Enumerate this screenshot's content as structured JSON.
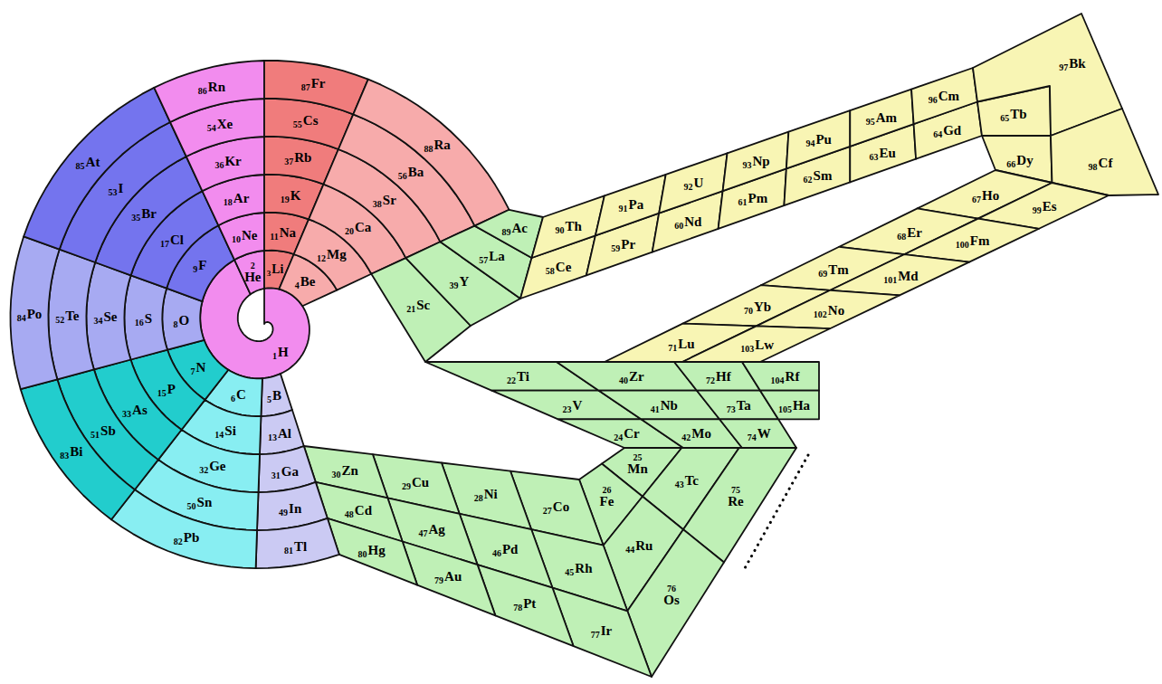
{
  "diagram": {
    "nodes": [
      {
        "text": [
          "1",
          "H"
        ]
      },
      {
        "text": [
          "2",
          "He"
        ]
      },
      {
        "text": [
          "3",
          "Li"
        ]
      },
      {
        "text": [
          "4",
          "Be"
        ]
      },
      {
        "text": [
          "5",
          "B"
        ]
      },
      {
        "text": [
          "6",
          "C"
        ]
      },
      {
        "text": [
          "7",
          "N"
        ]
      },
      {
        "text": [
          "8",
          "O"
        ]
      },
      {
        "text": [
          "9",
          "F"
        ]
      },
      {
        "text": [
          "10",
          "Ne"
        ]
      },
      {
        "text": [
          "11",
          "Na"
        ]
      },
      {
        "text": [
          "12",
          "Mg"
        ]
      },
      {
        "text": [
          "13",
          "Al"
        ]
      },
      {
        "text": [
          "14",
          "Si"
        ]
      },
      {
        "text": [
          "15",
          "P"
        ]
      },
      {
        "text": [
          "16",
          "S"
        ]
      },
      {
        "text": [
          "17",
          "Cl"
        ]
      },
      {
        "text": [
          "18",
          "Ar"
        ]
      },
      {
        "text": [
          "19",
          "K"
        ]
      },
      {
        "text": [
          "20",
          "Ca"
        ]
      },
      {
        "text": [
          "21",
          "Sc"
        ]
      },
      {
        "text": [
          "22",
          "Ti"
        ]
      },
      {
        "text": [
          "23",
          "V"
        ]
      },
      {
        "text": [
          "24",
          "Cr"
        ]
      },
      {
        "text": [
          "25",
          "Mn"
        ]
      },
      {
        "text": [
          "26",
          "Fe"
        ]
      },
      {
        "text": [
          "27",
          "Co"
        ]
      },
      {
        "text": [
          "28",
          "Ni"
        ]
      },
      {
        "text": [
          "29",
          "Cu"
        ]
      },
      {
        "text": [
          "30",
          "Zn"
        ]
      },
      {
        "text": [
          "31",
          "Ga"
        ]
      },
      {
        "text": [
          "32",
          "Ge"
        ]
      },
      {
        "text": [
          "33",
          "As"
        ]
      },
      {
        "text": [
          "34",
          "Se"
        ]
      },
      {
        "text": [
          "35",
          "Br"
        ]
      },
      {
        "text": [
          "36",
          "Kr"
        ]
      },
      {
        "text": [
          "37",
          "Rb"
        ]
      },
      {
        "text": [
          "38",
          "Sr"
        ]
      },
      {
        "text": [
          "39",
          "Y"
        ]
      },
      {
        "text": [
          "40",
          "Zr"
        ]
      },
      {
        "text": [
          "41",
          "Nb"
        ]
      },
      {
        "text": [
          "42",
          "Mo"
        ]
      },
      {
        "text": [
          "43",
          "Tc"
        ]
      },
      {
        "text": [
          "44",
          "Ru"
        ]
      },
      {
        "text": [
          "45",
          "Rh"
        ]
      },
      {
        "text": [
          "46",
          "Pd"
        ]
      },
      {
        "text": [
          "47",
          "Ag"
        ]
      },
      {
        "text": [
          "48",
          "Cd"
        ]
      },
      {
        "text": [
          "49",
          "In"
        ]
      },
      {
        "text": [
          "50",
          "Sn"
        ]
      },
      {
        "text": [
          "51",
          "Sb"
        ]
      },
      {
        "text": [
          "52",
          "Te"
        ]
      },
      {
        "text": [
          "53",
          "I"
        ]
      },
      {
        "text": [
          "54",
          "Xe"
        ]
      },
      {
        "text": [
          "55",
          "Cs"
        ]
      },
      {
        "text": [
          "56",
          "Ba"
        ]
      },
      {
        "text": [
          "57",
          "La"
        ]
      },
      {
        "text": [
          "58",
          "Ce"
        ]
      },
      {
        "text": [
          "59",
          "Pr"
        ]
      },
      {
        "text": [
          "60",
          "Nd"
        ]
      },
      {
        "text": [
          "61",
          "Pm"
        ]
      },
      {
        "text": [
          "62",
          "Sm"
        ]
      },
      {
        "text": [
          "63",
          "Eu"
        ]
      },
      {
        "text": [
          "64",
          "Gd"
        ]
      },
      {
        "text": [
          "65",
          "Tb"
        ]
      },
      {
        "text": [
          "66",
          "Dy"
        ]
      },
      {
        "text": [
          "67",
          "Ho"
        ]
      },
      {
        "text": [
          "68",
          "Er"
        ]
      },
      {
        "text": [
          "69",
          "Tm"
        ]
      },
      {
        "text": [
          "70",
          "Yb"
        ]
      },
      {
        "text": [
          "71",
          "Lu"
        ]
      },
      {
        "text": [
          "72",
          "Hf"
        ]
      },
      {
        "text": [
          "73",
          "Ta"
        ]
      },
      {
        "text": [
          "74",
          "W"
        ]
      },
      {
        "text": [
          "75",
          "Re"
        ]
      },
      {
        "text": [
          "76",
          "Os"
        ]
      },
      {
        "text": [
          "77",
          "Ir"
        ]
      },
      {
        "text": [
          "78",
          "Pt"
        ]
      },
      {
        "text": [
          "79",
          "Au"
        ]
      },
      {
        "text": [
          "80",
          "Hg"
        ]
      },
      {
        "text": [
          "81",
          "Tl"
        ]
      },
      {
        "text": [
          "82",
          "Pb"
        ]
      },
      {
        "text": [
          "83",
          "Bi"
        ]
      },
      {
        "text": [
          "84",
          "Po"
        ]
      },
      {
        "text": [
          "85",
          "At"
        ]
      },
      {
        "text": [
          "86",
          "Rn"
        ]
      },
      {
        "text": [
          "87",
          "Fr"
        ]
      },
      {
        "text": [
          "88",
          "Ra"
        ]
      },
      {
        "text": [
          "89",
          "Ac"
        ]
      },
      {
        "text": [
          "90",
          "Th"
        ]
      },
      {
        "text": [
          "91",
          "Pa"
        ]
      },
      {
        "text": [
          "92",
          "U"
        ]
      },
      {
        "text": [
          "93",
          "Np"
        ]
      },
      {
        "text": [
          "94",
          "Pu"
        ]
      },
      {
        "text": [
          "95",
          "Am"
        ]
      },
      {
        "text": [
          "96",
          "Cm"
        ]
      },
      {
        "text": [
          "97",
          "Bk"
        ]
      },
      {
        "text": [
          "98",
          "Cf"
        ]
      },
      {
        "text": [
          "99",
          "Es"
        ]
      },
      {
        "text": [
          "100",
          "Fm"
        ]
      },
      {
        "text": [
          "101",
          "Md"
        ]
      },
      {
        "text": [
          "102",
          "No"
        ]
      },
      {
        "text": [
          "103",
          "Lw"
        ]
      },
      {
        "text": [
          "104",
          "Rf"
        ]
      },
      {
        "text": [
          "105",
          "Ha"
        ]
      }
    ]
  }
}
